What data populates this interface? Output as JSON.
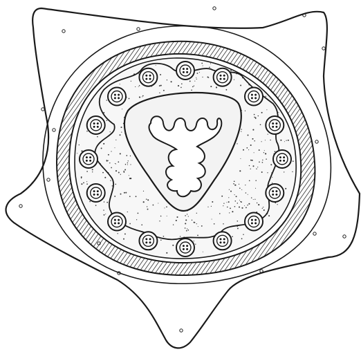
{
  "figure": {
    "kind": "botanical-cross-section-line-drawing",
    "ink_color": "#1a1a1a",
    "paper_color": "#ffffff",
    "stipple_color": "#3a3a3a",
    "hatch_color": "#2a2a2a",
    "outer_lobes": 5,
    "vascular_bundles_outer_ring": 16,
    "central_lobes": 4
  }
}
